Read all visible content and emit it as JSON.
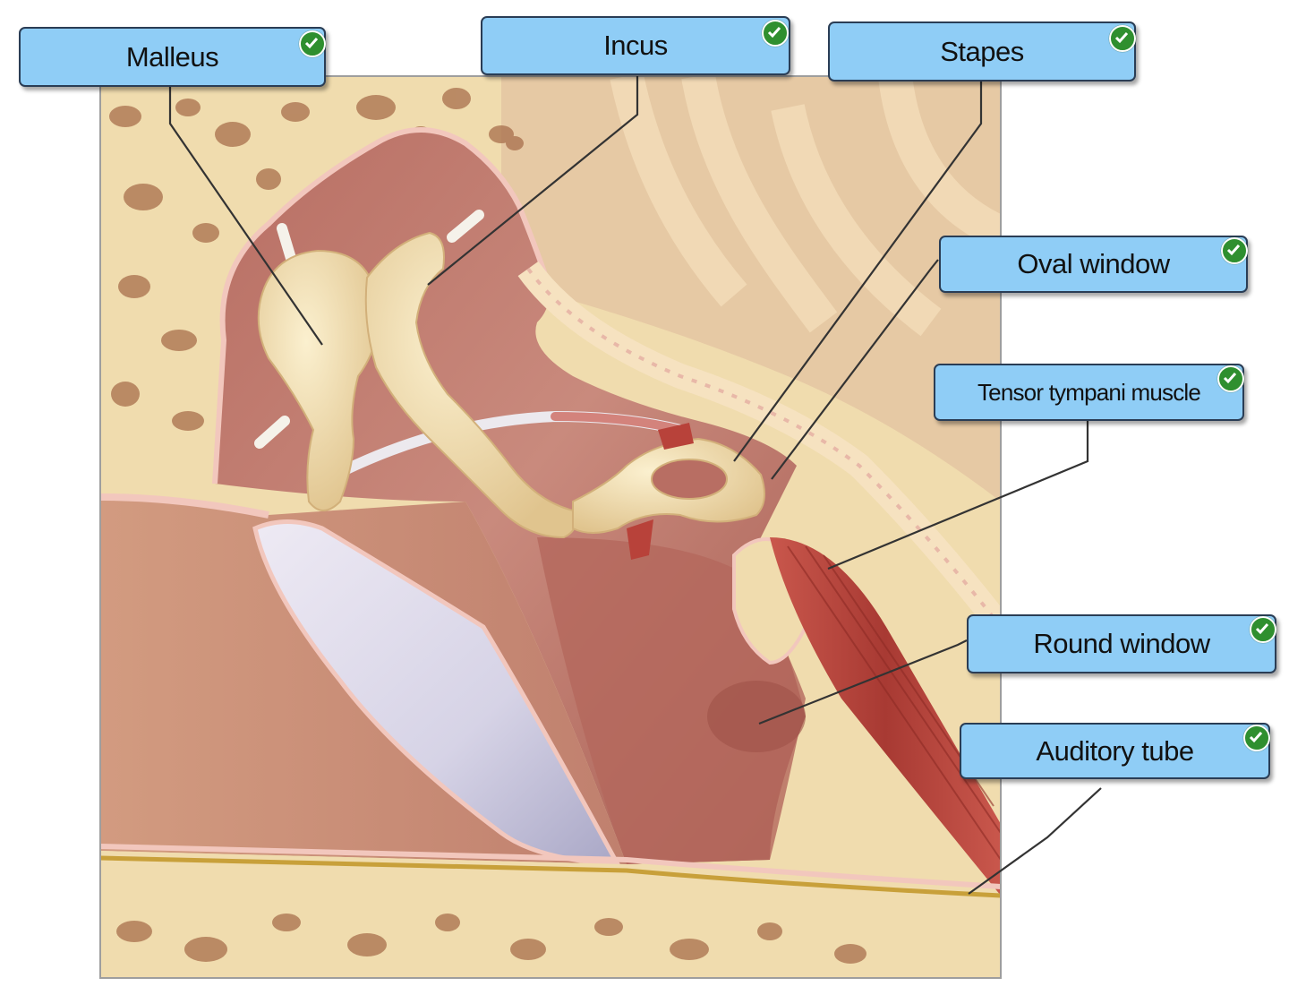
{
  "labels": {
    "malleus": "Malleus",
    "incus": "Incus",
    "stapes": "Stapes",
    "oval_window": "Oval window",
    "tensor_tympani": "Tensor tympani muscle",
    "round_window": "Round window",
    "auditory_tube": "Auditory tube"
  },
  "status": {
    "all_correct": true,
    "icon": "checkmark-icon"
  },
  "colors": {
    "label_fill": "#8fcdf6",
    "label_border": "#2a3d55",
    "check_green": "#2f8f2f",
    "bone": "#f0dcae",
    "tissue": "#c98478",
    "muscle": "#b8423a",
    "eardrum": "#d7d4e6"
  }
}
